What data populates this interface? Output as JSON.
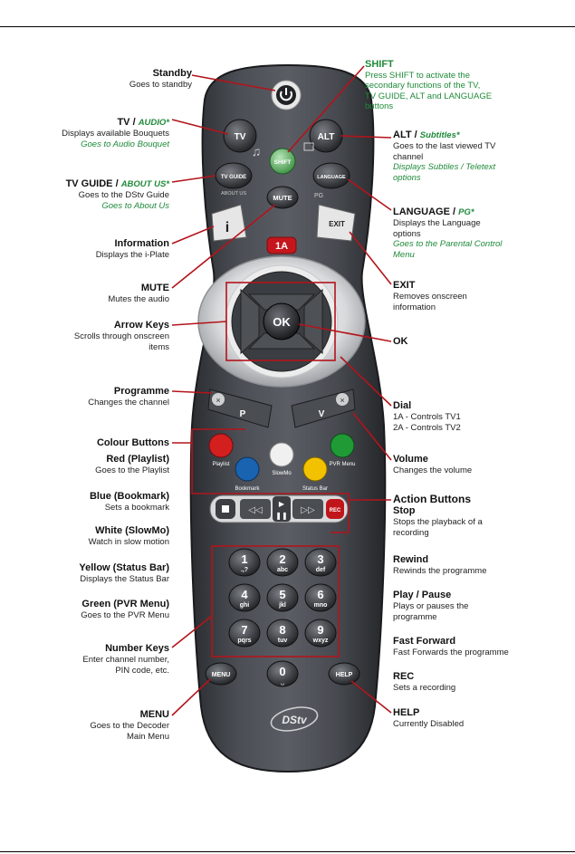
{
  "left_annotations": [
    {
      "id": "standby",
      "title": "Standby",
      "lines": [
        "Goes to standby"
      ]
    },
    {
      "id": "tv",
      "title": "TV / ",
      "title_alt": "AUDIO*",
      "lines": [
        "Displays available Bouquets"
      ],
      "alt_lines": [
        "Goes to Audio Bouquet"
      ]
    },
    {
      "id": "tvguide",
      "title": "TV GUIDE / ",
      "title_alt": "ABOUT US*",
      "lines": [
        "Goes to the DStv Guide"
      ],
      "alt_lines": [
        "Goes to About Us"
      ]
    },
    {
      "id": "information",
      "title": "Information",
      "lines": [
        "Displays the i-Plate"
      ]
    },
    {
      "id": "mute",
      "title": "MUTE",
      "lines": [
        "Mutes the audio"
      ]
    },
    {
      "id": "arrow",
      "title": "Arrow Keys",
      "lines": [
        "Scrolls through onscreen",
        "items"
      ]
    },
    {
      "id": "programme",
      "title": "Programme",
      "lines": [
        "Changes the channel"
      ]
    },
    {
      "id": "colour",
      "title": "Colour Buttons",
      "lines": []
    },
    {
      "id": "red",
      "title": "Red (Playlist)",
      "lines": [
        "Goes to the Playlist"
      ]
    },
    {
      "id": "blue",
      "title": "Blue (Bookmark)",
      "lines": [
        "Sets a bookmark"
      ]
    },
    {
      "id": "white",
      "title": "White (SlowMo)",
      "lines": [
        "Watch in slow motion"
      ]
    },
    {
      "id": "yellow",
      "title": "Yellow (Status Bar)",
      "lines": [
        "Displays the Status Bar"
      ]
    },
    {
      "id": "green",
      "title": "Green (PVR Menu)",
      "lines": [
        "Goes to the PVR Menu"
      ]
    },
    {
      "id": "number",
      "title": "Number Keys",
      "lines": [
        "Enter channel number,",
        "PIN code, etc."
      ]
    },
    {
      "id": "menu",
      "title": "MENU",
      "lines": [
        "Goes to the Decoder",
        "Main Menu"
      ]
    }
  ],
  "right_annotations": [
    {
      "id": "shift",
      "title": "SHIFT",
      "lines": [
        "Press SHIFT to activate the",
        "secondary functions of the TV,",
        "TV GUIDE, ALT and LANGUAGE",
        "buttons"
      ]
    },
    {
      "id": "alt",
      "title": "ALT / ",
      "title_alt": "Subtitles*",
      "lines": [
        "Goes to the last viewed TV",
        "channel"
      ],
      "alt_lines": [
        "Displays Subtiles / Teletext",
        "options"
      ]
    },
    {
      "id": "language",
      "title": "LANGUAGE / ",
      "title_alt": "PG*",
      "lines": [
        "Displays the Language",
        "options"
      ],
      "alt_lines": [
        "Goes to the Parental Control",
        "Menu"
      ]
    },
    {
      "id": "exit",
      "title": "EXIT",
      "lines": [
        "Removes onscreen",
        "information"
      ]
    },
    {
      "id": "ok",
      "title": "OK",
      "lines": []
    },
    {
      "id": "dial",
      "title": "Dial",
      "lines": [
        "1A - Controls TV1",
        "2A - Controls TV2"
      ]
    },
    {
      "id": "volume",
      "title": "Volume",
      "lines": [
        "Changes the volume"
      ]
    },
    {
      "id": "action",
      "title": "Action Buttons",
      "lines": []
    },
    {
      "id": "stop",
      "title": "Stop",
      "lines": [
        "Stops the playback of a",
        "recording"
      ]
    },
    {
      "id": "rewind",
      "title": "Rewind",
      "lines": [
        "Rewinds the programme"
      ]
    },
    {
      "id": "playpause",
      "title": "Play / Pause",
      "lines": [
        "Plays or pauses the",
        "programme"
      ]
    },
    {
      "id": "ff",
      "title": "Fast Forward",
      "lines": [
        "Fast Forwards the programme"
      ]
    },
    {
      "id": "rec",
      "title": "REC",
      "lines": [
        "Sets a recording"
      ]
    },
    {
      "id": "help",
      "title": "HELP",
      "lines": [
        "Currently Disabled"
      ]
    }
  ],
  "remote": {
    "tv": "TV",
    "alt": "ALT",
    "shift": "SHIFT",
    "tvguide": "TV GUIDE",
    "about_us": "ABOUT US",
    "language": "LANGUAGE",
    "pg": "PG",
    "mute": "MUTE",
    "info": "i",
    "exit": "EXIT",
    "dial_1a": "1A",
    "ok": "OK",
    "prog": "P",
    "vol": "V",
    "playlist": "Playlist",
    "bookmark": "Bookmark",
    "slowmo": "SlowMo",
    "status_bar": "Status Bar",
    "pvr_menu": "PVR Menu",
    "rec": "REC",
    "menu": "MENU",
    "help": "HELP",
    "logo": "DStv",
    "keys": [
      {
        "n": "1",
        "s": ".,?"
      },
      {
        "n": "2",
        "s": "abc"
      },
      {
        "n": "3",
        "s": "def"
      },
      {
        "n": "4",
        "s": "ghi"
      },
      {
        "n": "5",
        "s": "jkl"
      },
      {
        "n": "6",
        "s": "mno"
      },
      {
        "n": "7",
        "s": "pqrs"
      },
      {
        "n": "8",
        "s": "tuv"
      },
      {
        "n": "9",
        "s": "wxyz"
      }
    ],
    "zero": "0"
  },
  "colors": {
    "leader": "#b3141b",
    "body": "#3c3f44",
    "green_text": "#1f8a3a",
    "red_button": "#d41f1f",
    "blue_button": "#1a63b0",
    "white_button": "#f0f0f0",
    "yellow_button": "#f2c200",
    "green_button": "#1f9a35",
    "rec_button": "#c0151b"
  }
}
